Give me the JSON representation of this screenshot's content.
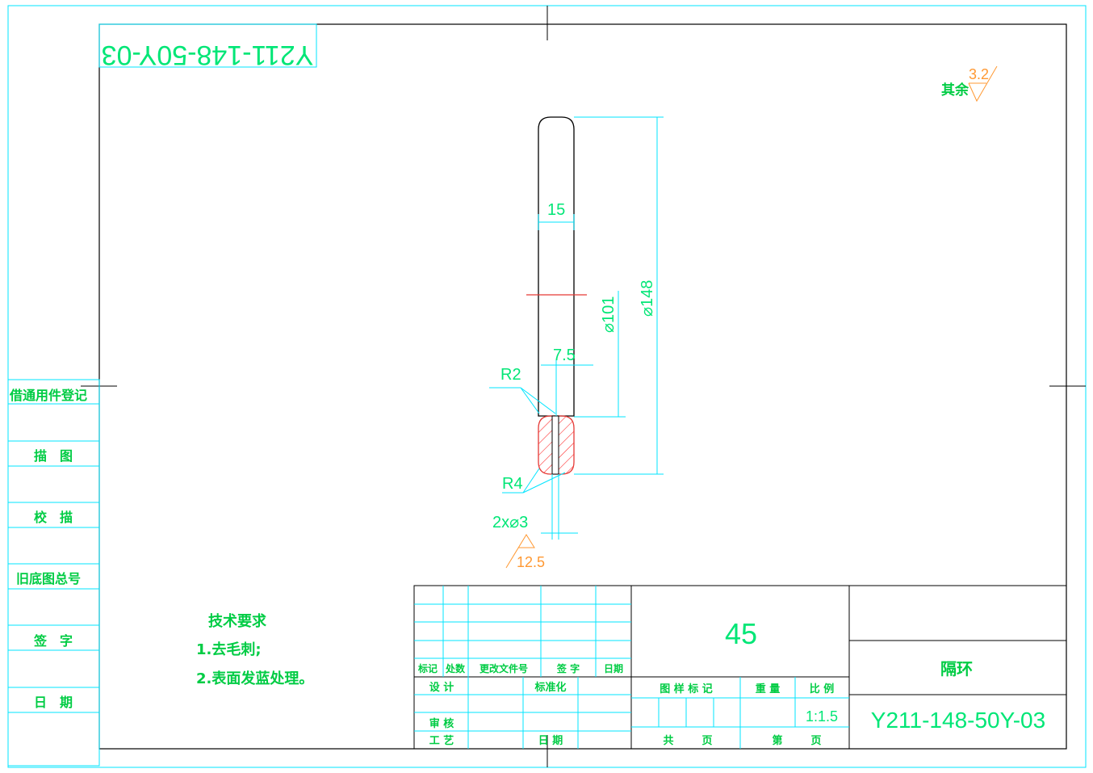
{
  "drawing_number": "Y211-148-50Y-03",
  "drawing_number_mirrored": "Y211-148-50Y-03",
  "part_name": "隔环",
  "material": "45",
  "scale": "1:1.5",
  "roughness": {
    "other_label": "其余",
    "other_value": "3.2",
    "hole_value": "12.5"
  },
  "dimensions": {
    "width": "15",
    "outer_dia": "⌀148",
    "inner_dia": "⌀101",
    "center_offset": "7.5",
    "fillet_outer": "R2",
    "fillet_inner": "R4",
    "holes": "2x⌀3"
  },
  "technical_requirements": {
    "title": "技术要求",
    "items": [
      "1.去毛刺;",
      "2.表面发蓝处理。"
    ]
  },
  "side_panel": [
    "借通用件登记",
    "描　图",
    "校　描",
    "旧底图总号",
    "签　字",
    "日　期"
  ],
  "title_block": {
    "revision_headers": [
      "标记",
      "处数",
      "更改文件号",
      "签 字",
      "日期"
    ],
    "design": "设 计",
    "standardization": "标准化",
    "review": "审 核",
    "process": "工 艺",
    "date": "日 期",
    "stage_mark": "图 样 标 记",
    "weight": "重 量",
    "scale_label": "比 例",
    "total": "共",
    "sheet": "第",
    "page": "页"
  }
}
